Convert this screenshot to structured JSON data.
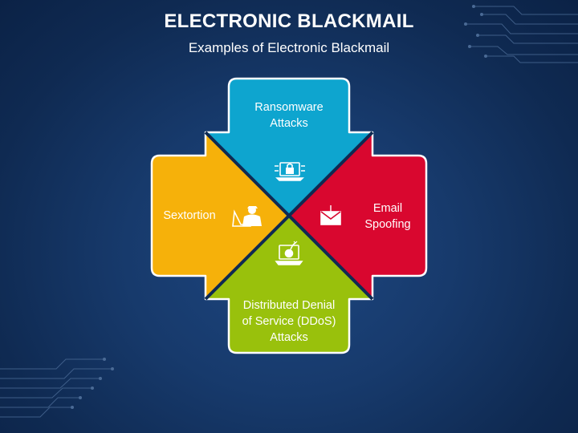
{
  "header": {
    "title": "ELECTRONIC BLACKMAIL",
    "subtitle": "Examples of Electronic Blackmail"
  },
  "segments": {
    "top": {
      "label_line1": "Ransomware",
      "label_line2": "Attacks",
      "icon": "laptop-dollar-lock-icon",
      "color": "#0ea5cf"
    },
    "right": {
      "label_line1": "Email",
      "label_line2": "Spoofing",
      "icon": "envelope-hook-icon",
      "color": "#d9072f"
    },
    "bottom": {
      "label_line1": "Distributed Denial",
      "label_line2": "of Service (DDoS)",
      "label_line3": "Attacks",
      "icon": "laptop-bomb-icon",
      "color": "#99c10c"
    },
    "left": {
      "label_line1": "Sextortion",
      "icon": "hacker-figure-icon",
      "color": "#f6b10a"
    }
  },
  "colors": {
    "background": "#173a6c",
    "divider": "#0f2a52",
    "text": "#ffffff"
  }
}
